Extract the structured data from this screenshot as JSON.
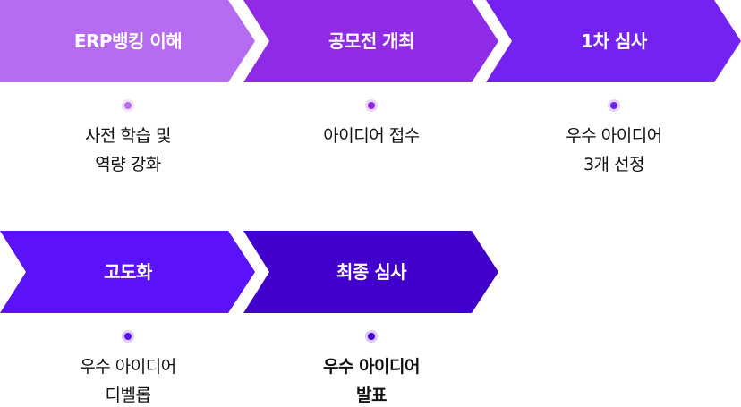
{
  "steps": [
    {
      "title": "ERP뱅킹 이해",
      "desc": [
        "사전 학습 및",
        "역량 강화"
      ],
      "color": "#b56cf0"
    },
    {
      "title": "공모전 개최",
      "desc": [
        "아이디어 접수"
      ],
      "color": "#8f2ae6"
    },
    {
      "title": "1차 심사",
      "desc": [
        "우수 아이디어",
        "3개 선정"
      ],
      "color": "#7422f2"
    },
    {
      "title": "고도화",
      "desc": [
        "우수 아이디어",
        "디벨롭"
      ],
      "color": "#5b12fa"
    },
    {
      "title": "최종 심사",
      "desc": [
        "우수 아이디어",
        "발표"
      ],
      "color": "#4200cc"
    }
  ]
}
